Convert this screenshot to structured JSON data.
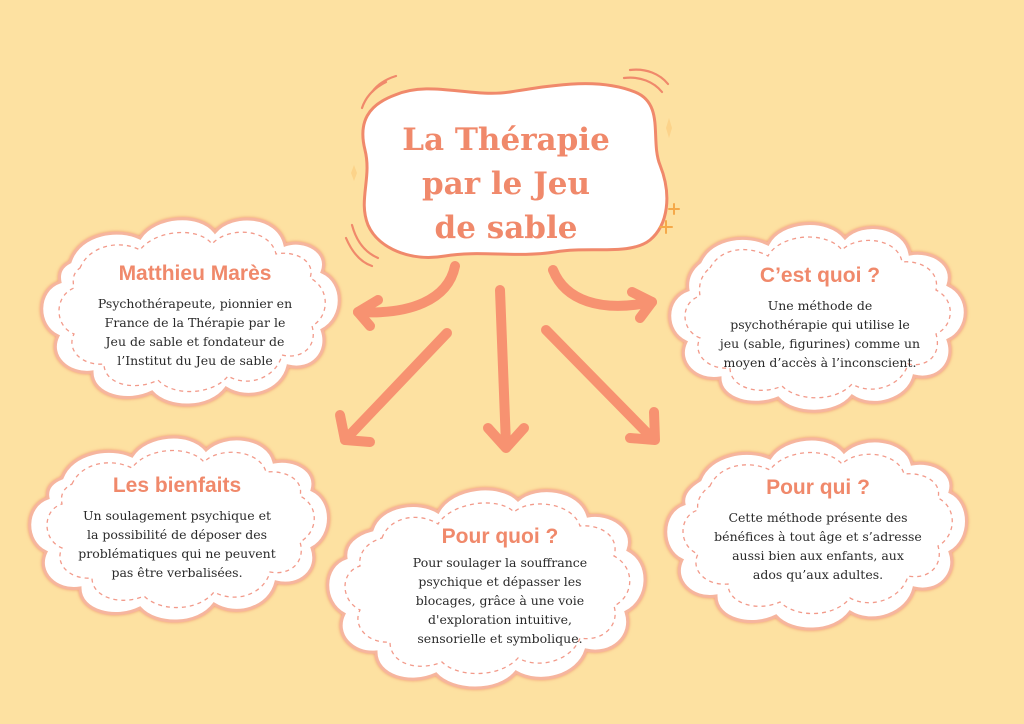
{
  "diagram": {
    "title": "La Thérapie par le Jeu de sable",
    "title_lines": [
      "La Thérapie",
      "par le Jeu",
      "de sable"
    ],
    "colors": {
      "background": "#fde1a1",
      "accent": "#f0896b",
      "cloud_fill": "#ffffff",
      "body_text": "#2a2a2a",
      "sparkle": "#f5a94a"
    },
    "nodes": [
      {
        "id": "matthieu",
        "heading": "Matthieu Marès",
        "lines": [
          "Psychothérapeute, pionnier en",
          "France de la Thérapie par le",
          "Jeu de sable et fondateur de",
          "l’Institut du Jeu de sable"
        ]
      },
      {
        "id": "cest-quoi",
        "heading": "C’est quoi ?",
        "lines": [
          "Une méthode de",
          "psychothérapie qui utilise le",
          "jeu (sable, figurines) comme un",
          "moyen d’accès à l’inconscient."
        ]
      },
      {
        "id": "bienfaits",
        "heading": "Les bienfaits",
        "lines": [
          "Un soulagement psychique et",
          "la possibilité de déposer des",
          "problématiques qui ne peuvent",
          "pas être verbalisées."
        ]
      },
      {
        "id": "pour-quoi",
        "heading": "Pour quoi ?",
        "lines": [
          "Pour soulager la souffrance",
          "psychique et dépasser les",
          "blocages, grâce à une voie",
          "d'exploration intuitive,",
          "sensorielle et symbolique."
        ]
      },
      {
        "id": "pour-qui",
        "heading": "Pour qui ?",
        "lines": [
          "Cette méthode présente des",
          "bénéfices à tout âge et s’adresse",
          "aussi bien aux enfants, aux",
          "ados qu’aux adultes."
        ]
      }
    ],
    "edges": [
      {
        "from": "title",
        "to": "matthieu",
        "style": "curved-arrow"
      },
      {
        "from": "title",
        "to": "cest-quoi",
        "style": "curved-arrow"
      },
      {
        "from": "title",
        "to": "bienfaits",
        "style": "straight-arrow"
      },
      {
        "from": "title",
        "to": "pour-quoi",
        "style": "straight-arrow"
      },
      {
        "from": "title",
        "to": "pour-qui",
        "style": "straight-arrow"
      }
    ]
  }
}
